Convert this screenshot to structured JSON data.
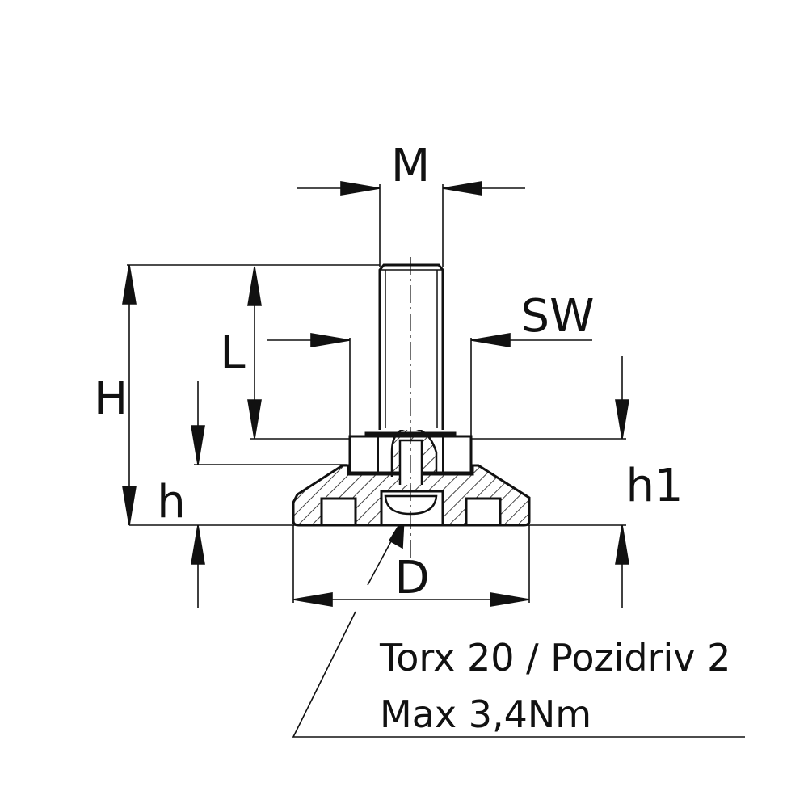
{
  "dimensions": {
    "M": "M",
    "SW": "SW",
    "L": "L",
    "H": "H",
    "h": "h",
    "h1": "h1",
    "D": "D"
  },
  "note": {
    "line1": "Torx 20 / Pozidriv 2",
    "line2": "Max 3,4Nm"
  },
  "colors": {
    "ink": "#111111",
    "background": "#ffffff"
  }
}
